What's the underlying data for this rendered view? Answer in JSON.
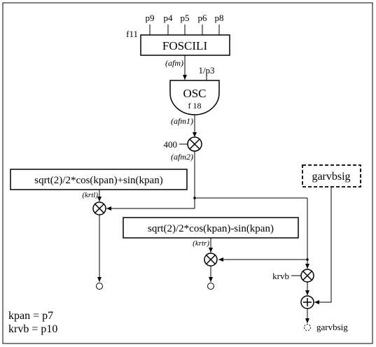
{
  "foscili": {
    "title": "FOSCILI",
    "table": "f11",
    "params": [
      "p9",
      "p4",
      "p5",
      "p6",
      "p8"
    ],
    "out_label": "(afm)"
  },
  "osc": {
    "title": "OSC",
    "table": "f 18",
    "freq": "1/p3",
    "out_label": "(afm1)"
  },
  "mult_gain": {
    "input": "400",
    "out_label": "(afm2)"
  },
  "left_formula": {
    "text": "sqrt(2)/2*cos(kpan)+sin(kpan)",
    "out_label": "(krtl)"
  },
  "right_formula": {
    "text": "sqrt(2)/2*cos(kpan)-sin(kpan)",
    "out_label": "(krtr)"
  },
  "global_signal": {
    "text": "garvbsig"
  },
  "reverb_mult": {
    "input": "krvb"
  },
  "output": {
    "label": "garvbsig"
  },
  "notes": [
    "kpan = p7",
    "krvb = p10"
  ]
}
